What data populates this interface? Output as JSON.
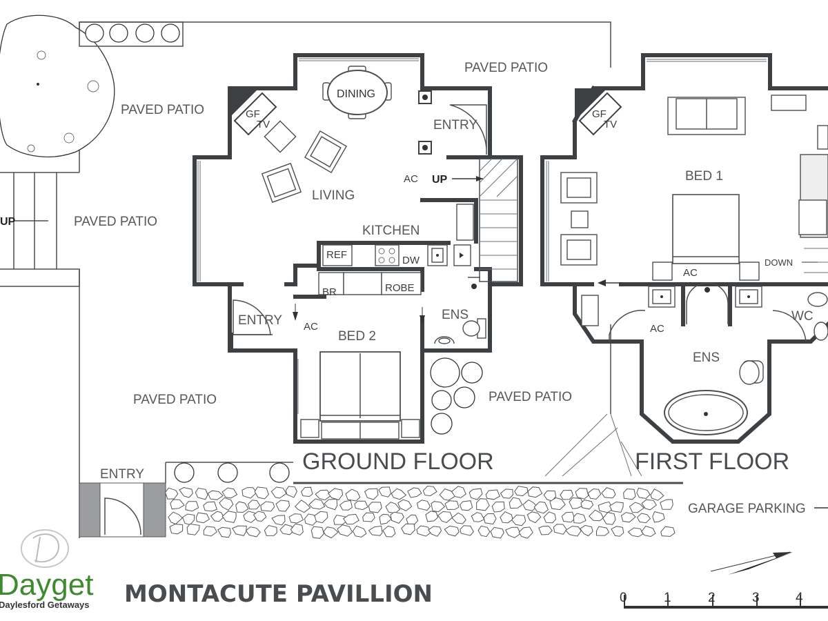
{
  "plan": {
    "title": "MONTACUTE PAVILLION",
    "ground_floor_label": "GROUND FLOOR",
    "first_floor_label": "FIRST FLOOR"
  },
  "brand": {
    "name": "Dayget",
    "tagline": "Daylesford Getaways"
  },
  "ground_floor": {
    "dining": "DINING",
    "gf_tv_a": "GF",
    "gf_tv_b": "TV",
    "entry_top": "ENTRY",
    "living": "LIVING",
    "ac_stairs": "AC",
    "up": "UP",
    "kitchen": "KITCHEN",
    "ref": "REF",
    "dw": "DW",
    "br": "BR",
    "robe": "ROBE",
    "ens": "ENS",
    "entry_side": "ENTRY",
    "ac_bed2": "AC",
    "bed2": "BED 2"
  },
  "first_floor": {
    "gf_tv_a": "GF",
    "gf_tv_b": "TV",
    "bed1": "BED 1",
    "ac_bed1": "AC",
    "down": "DOWN",
    "ac_ens": "AC",
    "ens": "ENS",
    "wc": "WC"
  },
  "site": {
    "paved_patio_1": "PAVED PATIO",
    "paved_patio_2": "PAVED PATIO",
    "paved_patio_3": "PAVED PATIO",
    "paved_patio_4": "PAVED PATIO",
    "paved_patio_5": "PAVED PATIO",
    "up_left": "UP",
    "entry_bottom": "ENTRY",
    "garage_parking": "GARAGE PARKING"
  },
  "scale_bar": {
    "ticks": [
      "0",
      "1",
      "2",
      "3",
      "4"
    ]
  },
  "colors": {
    "wall": "#3d4042",
    "brand_green": "#3f8a2e",
    "text_grey": "#55585a"
  }
}
